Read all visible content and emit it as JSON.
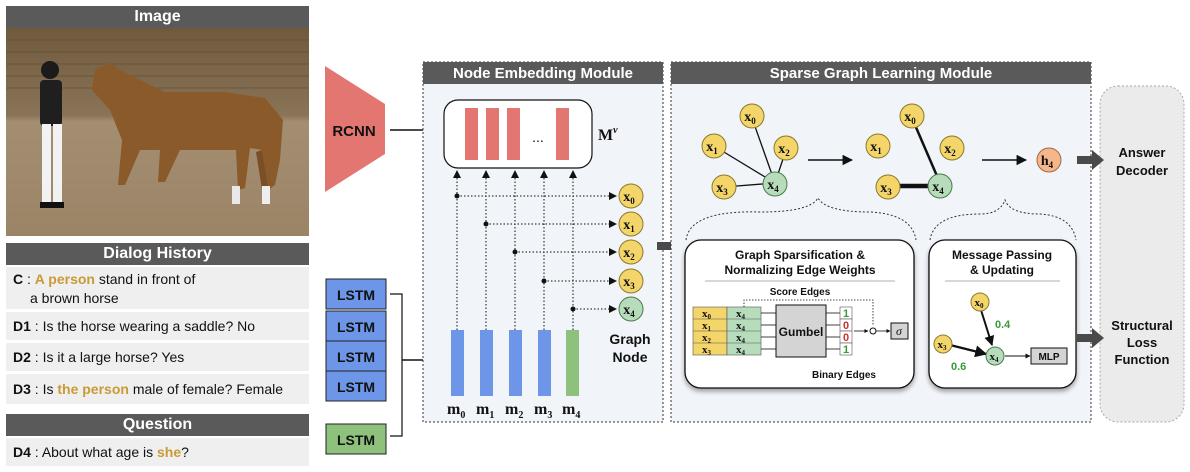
{
  "image_panel": {
    "header": "Image"
  },
  "dialog": {
    "header": "Dialog History",
    "c": {
      "tag": "C",
      "sep": " : ",
      "highlight": "A person",
      "rest": " stand in front of",
      "line2": "a brown horse"
    },
    "d1": {
      "tag": "D1",
      "sep": " : ",
      "text": "Is the horse wearing a saddle? No"
    },
    "d2": {
      "tag": "D2",
      "sep": " : ",
      "text": "Is it a large horse? Yes"
    },
    "d3": {
      "tag": "D3",
      "sep": " : ",
      "pre": "Is ",
      "highlight": "the person",
      "post": " male of female? Female"
    }
  },
  "question": {
    "header": "Question",
    "d4": {
      "tag": "D4",
      "sep": " : ",
      "pre": "About what age is ",
      "highlight": "she",
      "post": "?"
    }
  },
  "rcnn": {
    "label": "RCNN"
  },
  "lstm": {
    "label": "LSTM"
  },
  "node_embedding": {
    "title": "Node Embedding Module",
    "memory_label": "M",
    "memory_sup": "v",
    "ellipsis": "...",
    "m_labels": [
      "m",
      "m",
      "m",
      "m",
      "m"
    ],
    "m_subs": [
      "0",
      "1",
      "2",
      "3",
      "4"
    ],
    "x_labels": [
      "x",
      "x",
      "x",
      "x",
      "x"
    ],
    "x_subs": [
      "0",
      "1",
      "2",
      "3",
      "4"
    ],
    "graph_node_l1": "Graph",
    "graph_node_l2": "Node"
  },
  "sparse_graph": {
    "title": "Sparse Graph Learning Module",
    "graph1_nodes": [
      "x",
      "x",
      "x",
      "x",
      "x"
    ],
    "graph1_subs": [
      "0",
      "1",
      "2",
      "3",
      "4"
    ],
    "h": "h",
    "h_sub": "4",
    "sparsification": {
      "title_l1": "Graph Sparsification &",
      "title_l2": "Normalizing Edge Weights",
      "score_edges": "Score Edges",
      "gumbel": "Gumbel",
      "sigma": "σ",
      "binary_edges": "Binary Edges",
      "binary_values": [
        "1",
        "0",
        "0",
        "1"
      ],
      "pairs": [
        [
          "x",
          "0",
          "x",
          "4"
        ],
        [
          "x",
          "1",
          "x",
          "4"
        ],
        [
          "x",
          "2",
          "x",
          "4"
        ],
        [
          "x",
          "3",
          "x",
          "4"
        ]
      ]
    },
    "message_passing": {
      "title_l1": "Message Passing",
      "title_l2": "& Updating",
      "w_top": "0.4",
      "w_left": "0.6",
      "mlp": "MLP"
    }
  },
  "outputs": {
    "answer_l1": "Answer",
    "answer_l2": "Decoder",
    "loss_l1": "Structural",
    "loss_l2": "Loss",
    "loss_l3": "Function"
  },
  "colors": {
    "panel_header": "#5a5a5a",
    "rcnn": "#e47672",
    "lstm_blue": "#6d95e8",
    "lstm_green": "#8ec27c",
    "node_yellow": "#f3d56a",
    "node_green": "#b6dcbc",
    "node_orange": "#f5b68a",
    "highlight": "#c99a35",
    "weight_green": "#3a9a3a",
    "binary_red": "#d03030"
  }
}
